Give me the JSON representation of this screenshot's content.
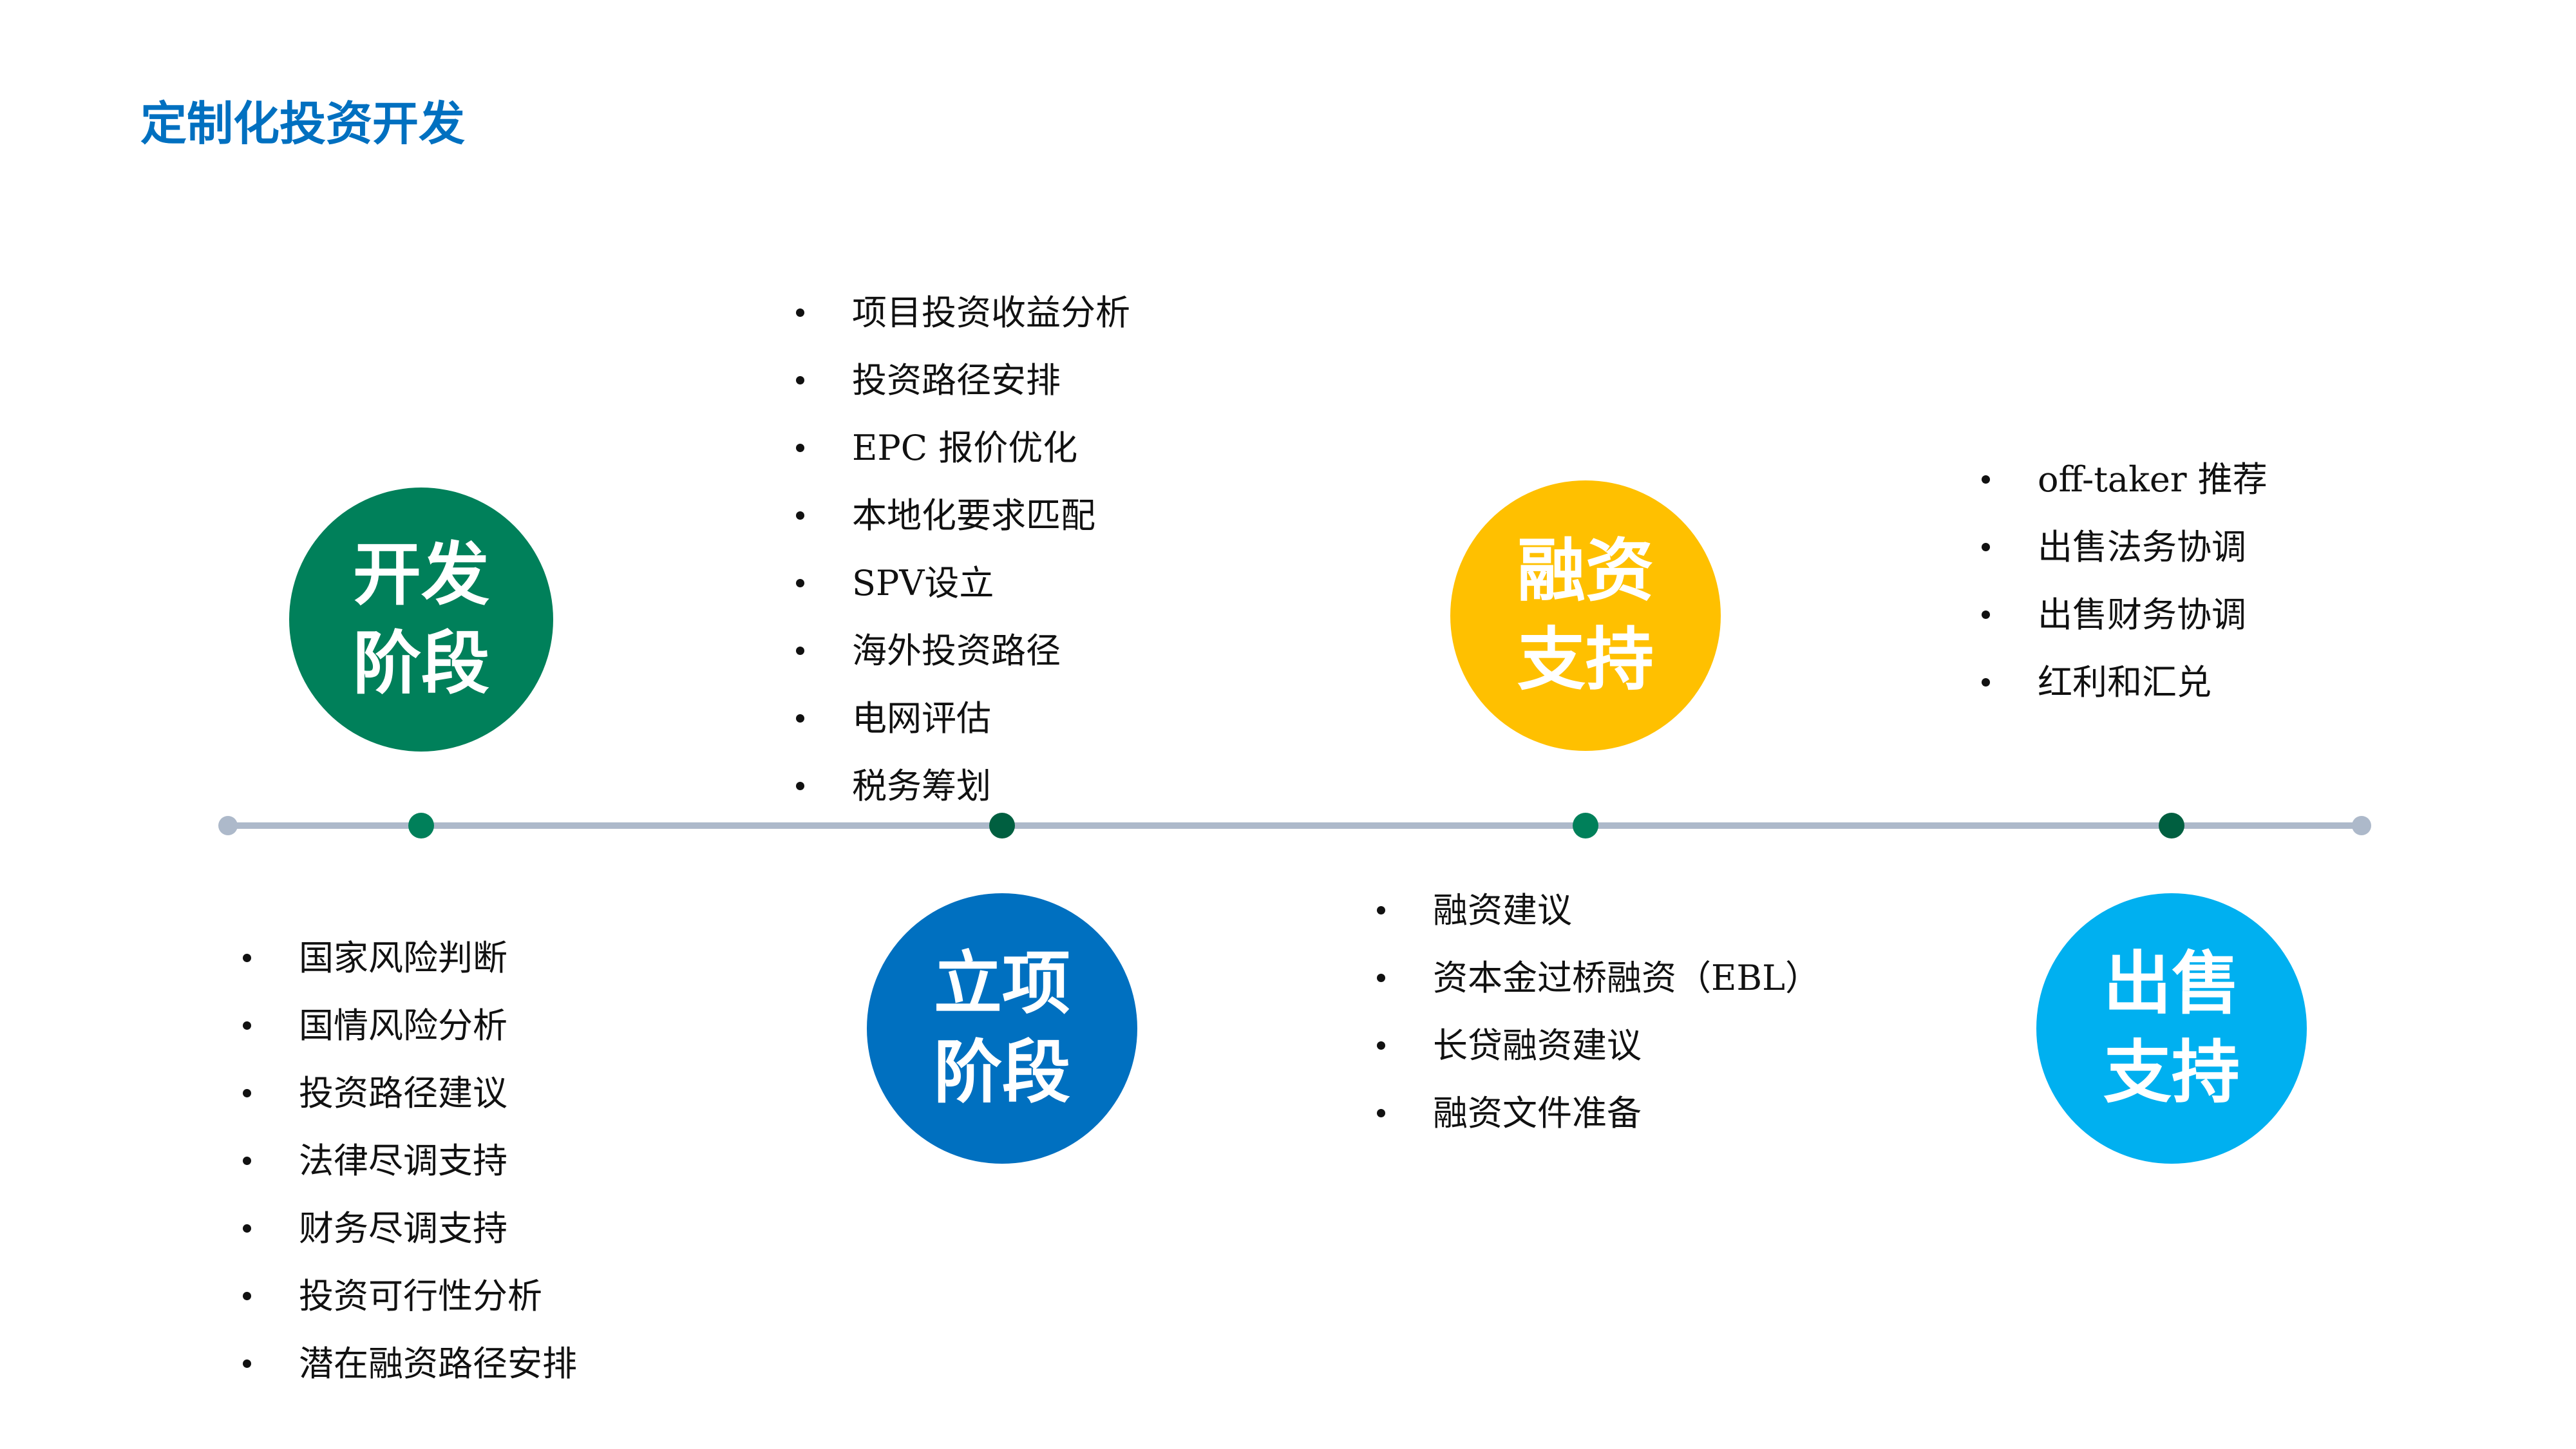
{
  "title": "定制化投资开发",
  "colors": {
    "title": "#0070C0",
    "timeline": "#ADB9CA",
    "stage1": "#00805A",
    "stage2": "#0070C0",
    "stage3": "#FFC000",
    "stage4": "#00B0F0",
    "node2": "#005F40"
  },
  "stages": [
    {
      "line1": "开发",
      "line2": "阶段",
      "items": [
        "国家风险判断",
        "国情风险分析",
        "投资路径建议",
        "法律尽调支持",
        "财务尽调支持",
        "投资可行性分析",
        "潜在融资路径安排"
      ]
    },
    {
      "line1": "立项",
      "line2": "阶段",
      "items": [
        "项目投资收益分析",
        "投资路径安排",
        "EPC 报价优化",
        "本地化要求匹配",
        "SPV设立",
        "海外投资路径",
        "电网评估",
        "税务筹划"
      ]
    },
    {
      "line1": "融资",
      "line2": "支持",
      "items": [
        "融资建议",
        "资本金过桥融资（EBL）",
        "长贷融资建议",
        "融资文件准备"
      ]
    },
    {
      "line1": "出售",
      "line2": "支持",
      "items": [
        "off-taker 推荐",
        "出售法务协调",
        "出售财务协调",
        "红利和汇兑"
      ]
    }
  ]
}
